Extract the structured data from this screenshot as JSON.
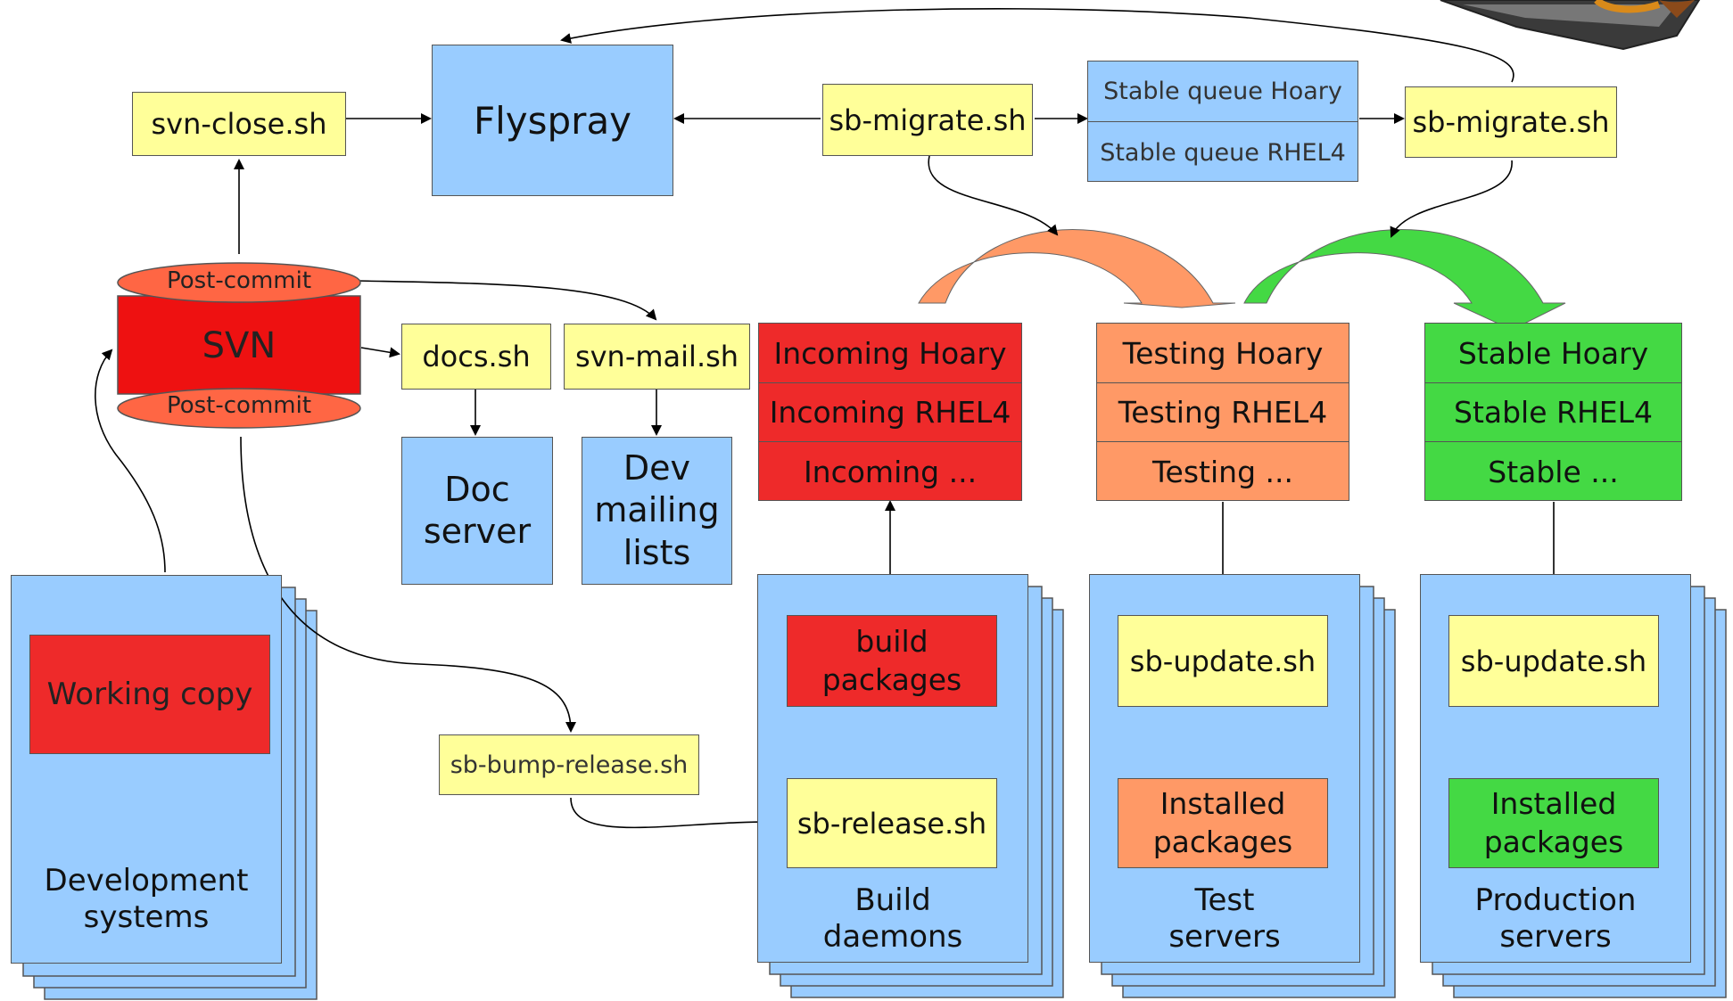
{
  "nodes": {
    "flyspray": "Flyspray",
    "svn_close": "svn-close.sh",
    "sb_migrate_left": "sb-migrate.sh",
    "sb_migrate_right": "sb-migrate.sh",
    "stable_queue_hoary": "Stable queue Hoary",
    "stable_queue_rhel4": "Stable queue RHEL4",
    "svn": "SVN",
    "post_commit_top": "Post-commit",
    "post_commit_bottom": "Post-commit",
    "docs_sh": "docs.sh",
    "svn_mail_sh": "svn-mail.sh",
    "doc_server_line1": "Doc",
    "doc_server_line2": "server",
    "dev_mailing_line1": "Dev",
    "dev_mailing_line2": "mailing",
    "dev_mailing_line3": "lists",
    "sb_bump_release": "sb-bump-release.sh",
    "working_copy": "Working copy",
    "dev_systems_line1": "Development",
    "dev_systems_line2": "systems",
    "build_packages_line1": "build",
    "build_packages_line2": "packages",
    "sb_release": "sb-release.sh",
    "build_daemons_line1": "Build",
    "build_daemons_line2": "daemons",
    "sb_update_test": "sb-update.sh",
    "installed_test_line1": "Installed",
    "installed_test_line2": "packages",
    "test_servers_line1": "Test",
    "test_servers_line2": "servers",
    "sb_update_prod": "sb-update.sh",
    "installed_prod_line1": "Installed",
    "installed_prod_line2": "packages",
    "prod_servers_line1": "Production",
    "prod_servers_line2": "servers"
  },
  "repos": {
    "incoming": [
      "Incoming Hoary",
      "Incoming RHEL4",
      "Incoming ..."
    ],
    "testing": [
      "Testing Hoary",
      "Testing RHEL4",
      "Testing ..."
    ],
    "stable": [
      "Stable Hoary",
      "Stable RHEL4",
      "Stable ..."
    ]
  },
  "colors": {
    "yellow": "#ffff99",
    "blue": "#99ccff",
    "red": "#ee2a2a",
    "orange": "#ff9966",
    "green": "#44d944"
  }
}
